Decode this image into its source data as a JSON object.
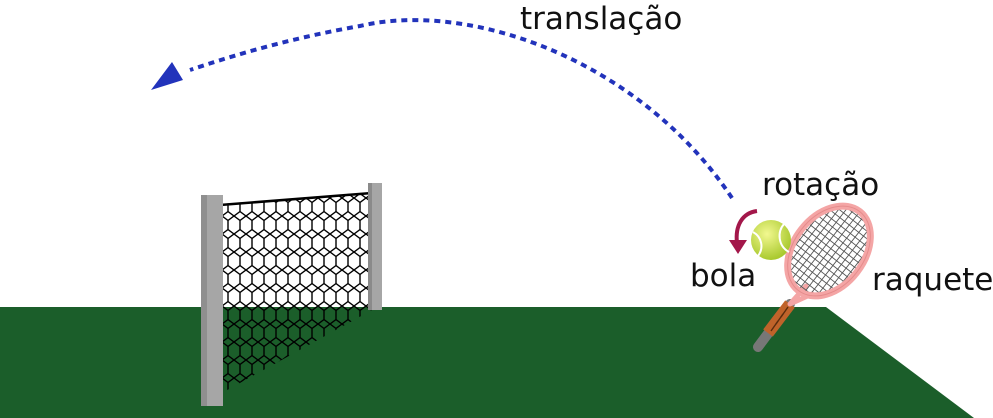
{
  "labels": {
    "translation": "translação",
    "rotation": "rotação",
    "ball": "bola",
    "racket": "raquete"
  },
  "colors": {
    "court": "#1b5e2a",
    "trajectory": "#2233bb",
    "rotation_arrow": "#a3174a",
    "ball": "#c9e24a",
    "racket_frame": "#f4a5a5",
    "net_post": "#a6a6a6"
  }
}
